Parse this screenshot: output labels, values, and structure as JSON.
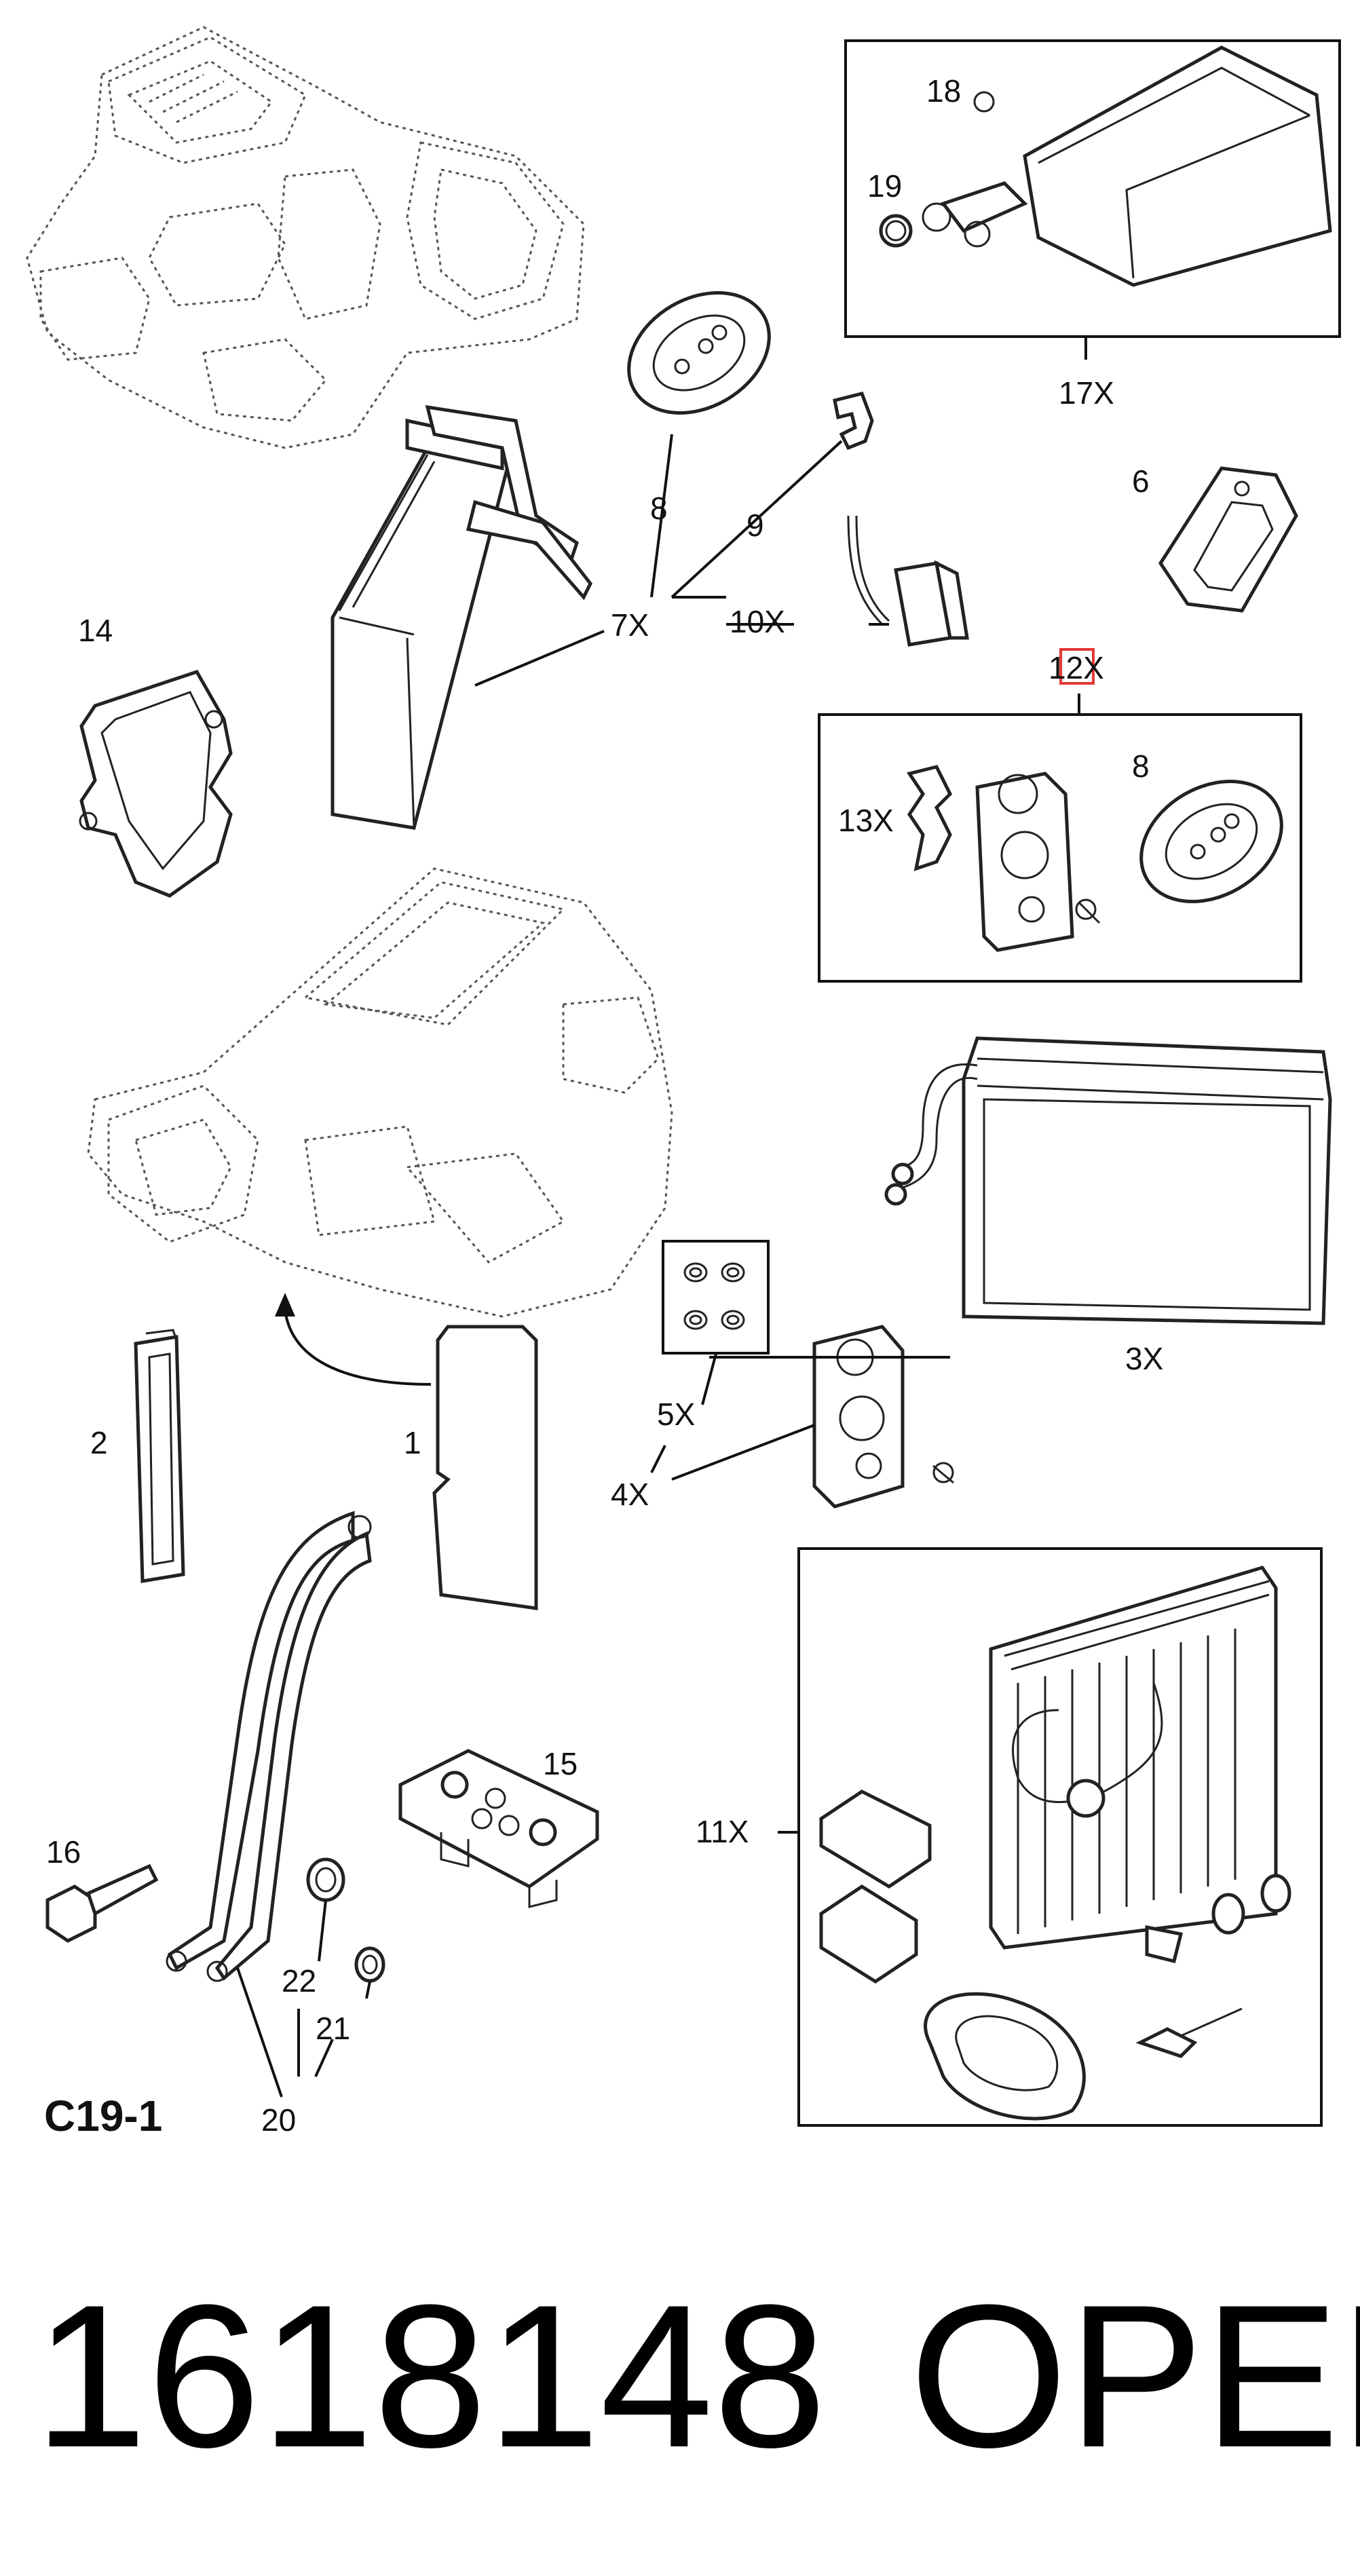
{
  "diagram_ref": "C19-1",
  "part_number": "1618148",
  "brand": "OPEL",
  "colors": {
    "ink": "#111111",
    "highlight": "#e53935",
    "paper": "#ffffff"
  },
  "callouts": {
    "c1": "1",
    "c2": "2",
    "c3": "3X",
    "c4": "4X",
    "c5": "5X",
    "c6": "6",
    "c7": "7X",
    "c8a": "8",
    "c8b": "8",
    "c9": "9",
    "c10": "10X",
    "c11": "11X",
    "c12": "12X",
    "c13": "13X",
    "c14": "14",
    "c15": "15",
    "c16": "16",
    "c17": "17X",
    "c18": "18",
    "c19": "19",
    "c20": "20",
    "c21": "21",
    "c22": "22"
  }
}
